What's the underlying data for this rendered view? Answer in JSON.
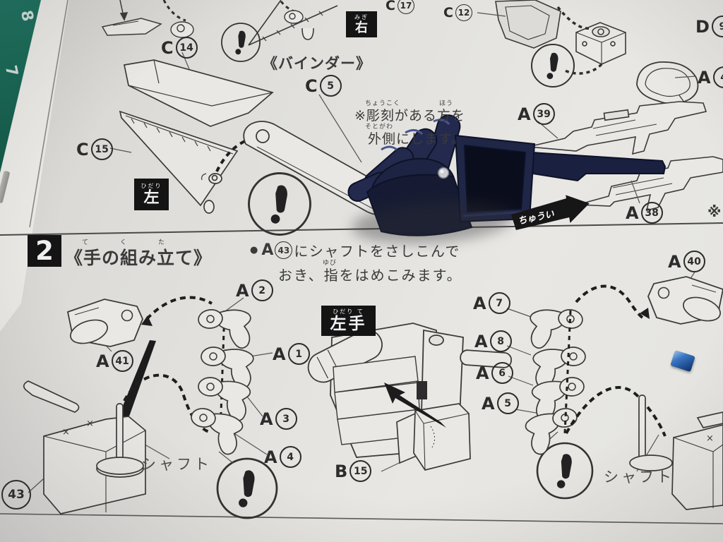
{
  "mat": {
    "numbers": [
      "8",
      "7"
    ]
  },
  "art": {
    "x_mark": "×"
  },
  "top": {
    "binder_caption": "《バインダー》",
    "right_box": {
      "furigana": "みぎ",
      "text": "右"
    },
    "left_box": {
      "furigana": "ひだり",
      "text": "左"
    },
    "note": {
      "line1": "※彫刻がある方を",
      "line2": "外側にします。",
      "rt_chokoku": "ちょうこく",
      "rt_hou": "ほう",
      "rt_sotogawa": "そとがわ"
    },
    "caution_banner": "ちゅうい",
    "footnote_mark": "※",
    "labels": {
      "c14": {
        "letter": "C",
        "num": "14"
      },
      "c15": {
        "letter": "C",
        "num": "15"
      },
      "c5": {
        "letter": "C",
        "num": "5"
      },
      "c17": {
        "letter": "C",
        "num": "17"
      },
      "c12": {
        "letter": "C",
        "num": "12"
      },
      "a39": {
        "letter": "A",
        "num": "39"
      },
      "a38": {
        "letter": "A",
        "num": "38"
      },
      "d_edge": {
        "letter": "D",
        "num": "9"
      },
      "a_edge": {
        "letter": "A",
        "num": "4"
      }
    }
  },
  "step2": {
    "number": "2",
    "title": "《手の組み立て》",
    "title_rt": [
      "て",
      "く",
      "た"
    ],
    "bullet": {
      "mark": "●",
      "part_letter": "A",
      "part_num": "43",
      "line1_rest": "にシャフトをさしこんで",
      "line2": "おき、指をはめこみます。",
      "line2_rt": "ゆび"
    },
    "lefthand_box": {
      "furigana": "ひだり て",
      "text": "左手"
    },
    "shaft_label_left": "シャフト",
    "shaft_label_right": "シャフト",
    "labels": {
      "a41": {
        "letter": "A",
        "num": "41"
      },
      "a2": {
        "letter": "A",
        "num": "2"
      },
      "a1": {
        "letter": "A",
        "num": "1"
      },
      "a3": {
        "letter": "A",
        "num": "3"
      },
      "a4": {
        "letter": "A",
        "num": "4"
      },
      "p43": {
        "num": "43"
      },
      "b15": {
        "letter": "B",
        "num": "15"
      },
      "a7": {
        "letter": "A",
        "num": "7"
      },
      "a8": {
        "letter": "A",
        "num": "8"
      },
      "a6": {
        "letter": "A",
        "num": "6"
      },
      "a5": {
        "letter": "A",
        "num": "5"
      },
      "a40": {
        "letter": "A",
        "num": "40"
      }
    }
  },
  "colors": {
    "paper": "#e6e5e1",
    "ink": "#3a3a3a",
    "mat_green": "#15604e",
    "hand_navy": "#232a4e",
    "blue_piece": "#2f63b0"
  }
}
